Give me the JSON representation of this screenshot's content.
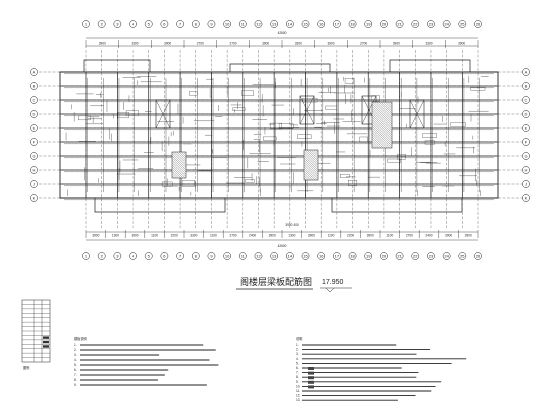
{
  "drawing": {
    "title": "阁楼层梁板配筋图",
    "elevation": "17.950"
  },
  "dimensions": {
    "top_total": "42600",
    "bottom_total": "42600",
    "top_row": [
      "3900",
      "3300",
      "3900",
      "2700",
      "2700",
      "3900",
      "3300",
      "3900",
      "2700",
      "3900",
      "3300",
      "3900"
    ],
    "bottom_row": [
      "3900",
      "1300",
      "3900",
      "1100",
      "2200",
      "3300",
      "1100",
      "2700",
      "2400",
      "3900",
      "1300",
      "3900",
      "1100",
      "2200",
      "3900",
      "1100",
      "2700",
      "2400",
      "3900",
      "3900"
    ],
    "small_note": "3900 400"
  },
  "axes": {
    "left": [
      "A",
      "B",
      "C",
      "D",
      "E",
      "F",
      "G",
      "H",
      "J",
      "K"
    ],
    "top": [
      "1",
      "2",
      "3",
      "4",
      "5",
      "6",
      "7",
      "8",
      "9",
      "10",
      "11",
      "12",
      "13",
      "14",
      "15",
      "16",
      "17",
      "18",
      "19",
      "20",
      "21",
      "22",
      "23",
      "24",
      "25",
      "26"
    ]
  },
  "left_notes": {
    "heading": "楼板说明",
    "lines": [
      "1.",
      "2.",
      "3.",
      "4.",
      "5.",
      "6.",
      "7.",
      "8.",
      "9."
    ]
  },
  "right_notes": {
    "heading": "说明",
    "lines": [
      "1.",
      "2.",
      "3.",
      "4.",
      "5.",
      "6.",
      "7.",
      "8.",
      "9.",
      "10.",
      "11.",
      "12.",
      "13."
    ]
  },
  "legend": {
    "rows": 14,
    "caption": "图例"
  },
  "colors": {
    "line": "#222222",
    "hatch": "#555555",
    "background": "#ffffff"
  }
}
